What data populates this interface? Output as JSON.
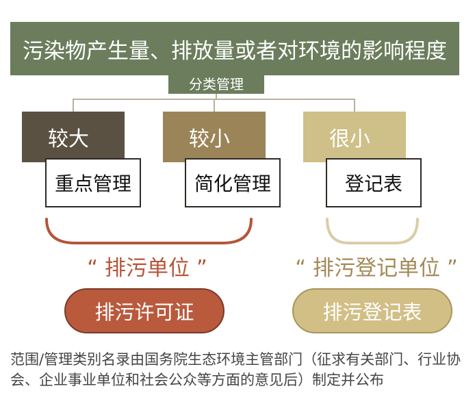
{
  "title": "污染物产生量、排放量或者对环境的影响程度",
  "classify_label": "分类管理",
  "categories": [
    {
      "label": "较大",
      "management": "重点管理"
    },
    {
      "label": "较小",
      "management": "简化管理"
    },
    {
      "label": "很小",
      "management": "登记表"
    }
  ],
  "groups": [
    {
      "quote": "“ 排污单位 ”",
      "outcome": "排污许可证"
    },
    {
      "quote": "“ 排污登记单位 ”",
      "outcome": "排污登记表"
    }
  ],
  "footer": "范围/管理类别名录由国务院生态环境主管部门（征求有关部门、行业协会、企业事业单位和社会公众等方面的意见后）制定并公布",
  "colors": {
    "header_green": "#6b7d5c",
    "dark_brown": "#5b5142",
    "mid_tan": "#9c8459",
    "light_tan": "#cfbf88",
    "permit_red": "#b95a3d",
    "register_gold": "#d2bf86"
  }
}
